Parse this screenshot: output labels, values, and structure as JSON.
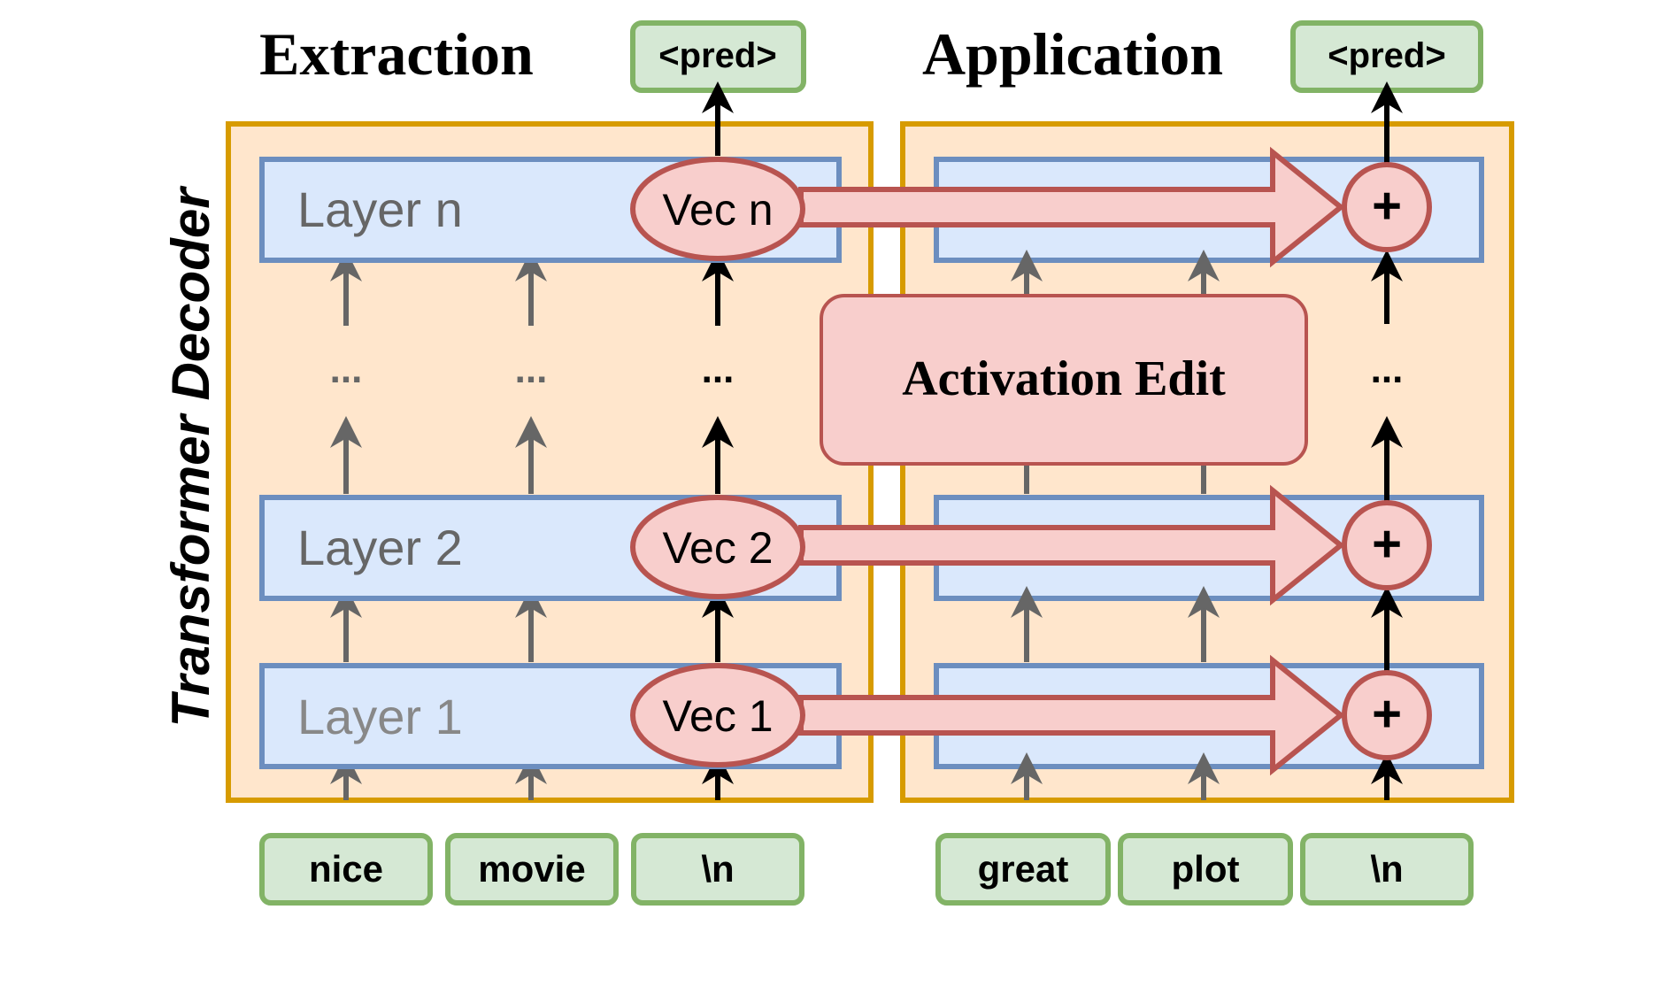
{
  "headings": {
    "extraction": "Extraction",
    "application": "Application",
    "vertical": "Transformer Decoder"
  },
  "outputs": {
    "extraction": "<pred>",
    "application": "<pred>"
  },
  "layers": {
    "layer_n": "Layer n",
    "layer_2": "Layer 2",
    "layer_1": "Layer 1",
    "ellipsis": "..."
  },
  "vectors": {
    "vec_n": "Vec n",
    "vec_2": "Vec 2",
    "vec_1": "Vec 1"
  },
  "add_symbol": "+",
  "edit_label": "Activation Edit",
  "tokens": {
    "extraction": [
      "nice",
      "movie",
      "\\n"
    ],
    "application": [
      "great",
      "plot",
      "\\n"
    ]
  },
  "colors": {
    "panel_fill": "#ffe6cc",
    "panel_stroke": "#d79b00",
    "layer_fill": "#dae8fc",
    "layer_stroke": "#6c8ebf",
    "vec_fill": "#f8cecc",
    "vec_stroke": "#b85450",
    "token_fill": "#d5e8d4",
    "token_stroke": "#82b366"
  },
  "icons": {
    "token_arrow": "up-arrow",
    "vector_transfer": "right-block-arrow",
    "add_node": "plus-circle"
  }
}
